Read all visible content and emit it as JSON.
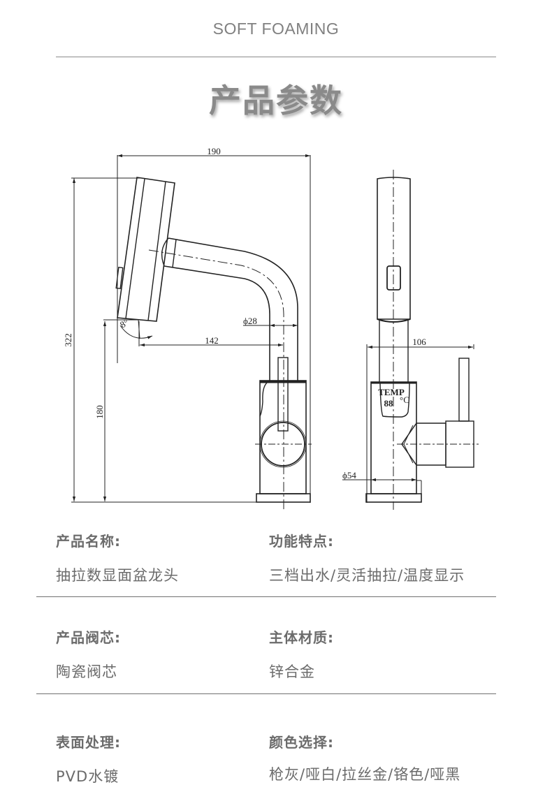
{
  "header": {
    "brand": "SOFT FOAMING",
    "title": "产品参数"
  },
  "drawing": {
    "front_view": {
      "overall_width": "190",
      "overall_height": "322",
      "spout_height": "180",
      "spout_reach": "142",
      "spout_diameter": "ϕ28",
      "tilt_angle": "8°"
    },
    "side_view": {
      "depth": "106",
      "base_diameter": "ϕ54",
      "display_label": "TEMP",
      "display_digits": "88",
      "display_unit": "°C"
    }
  },
  "specs": [
    {
      "label": "产品名称:",
      "value": "抽拉数显面盆龙头"
    },
    {
      "label": "功能特点:",
      "value": "三档出水/灵活抽拉/温度显示"
    },
    {
      "label": "产品阀芯:",
      "value": "陶瓷阀芯"
    },
    {
      "label": "主体材质:",
      "value": "锌合金"
    },
    {
      "label": "表面处理:",
      "value": "PVD水镀"
    },
    {
      "label": "颜色选择:",
      "value": "枪灰/哑白/拉丝金/铬色/哑黑"
    }
  ],
  "colors": {
    "text": "#6b6b6b",
    "title": "#8a8a8a",
    "line": "#222222"
  }
}
